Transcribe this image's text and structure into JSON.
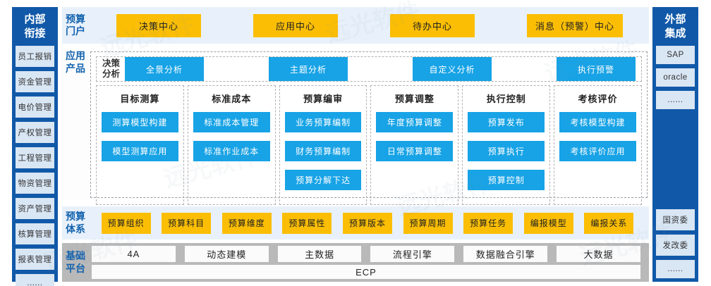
{
  "watermark": {
    "text": "远光软件"
  },
  "left_sidebar": {
    "title": "内部衔接",
    "items": [
      "员工报销",
      "资金管理",
      "电价管理",
      "产权管理",
      "工程管理",
      "物资管理",
      "资产管理",
      "核算管理",
      "报表管理",
      "......"
    ]
  },
  "right_sidebar": {
    "title": "外部集成",
    "top_items": [
      "SAP",
      "oracle",
      "......"
    ],
    "bottom_items": [
      "国资委",
      "发改委",
      "......"
    ]
  },
  "portal": {
    "label": "预算门户",
    "buttons": [
      "决策中心",
      "应用中心",
      "待办中心",
      "消息（预警）中心"
    ]
  },
  "products": {
    "label": "应用产品",
    "decision": {
      "label": "决策分析",
      "buttons": [
        "全景分析",
        "主题分析",
        "自定义分析",
        "执行预警"
      ]
    },
    "columns": [
      {
        "title": "目标测算",
        "items": [
          "测算模型构建",
          "模型测算应用"
        ]
      },
      {
        "title": "标准成本",
        "items": [
          "标准成本管理",
          "标准作业成本"
        ]
      },
      {
        "title": "预算编审",
        "items": [
          "业务预算编制",
          "财务预算编制",
          "预算分解下达"
        ]
      },
      {
        "title": "预算调整",
        "items": [
          "年度预算调整",
          "日常预算调整"
        ]
      },
      {
        "title": "执行控制",
        "items": [
          "预算发布",
          "预算执行",
          "预算控制"
        ]
      },
      {
        "title": "考核评价",
        "items": [
          "考核模型构建",
          "考核评价应用"
        ]
      }
    ]
  },
  "system": {
    "label": "预算体系",
    "buttons": [
      "预算组织",
      "预算科目",
      "预算维度",
      "预算属性",
      "预算版本",
      "预算周期",
      "预算任务",
      "编报模型",
      "编报关系"
    ]
  },
  "platform": {
    "label": "基础平台",
    "buttons": [
      "4A",
      "动态建模",
      "主数据",
      "流程引擎",
      "数据融合引擎",
      "大数据"
    ],
    "base": "ECP"
  },
  "colors": {
    "sidebar_blue": "#1159A8",
    "sidebar_item_bg": "#D9E6F4",
    "band_light_blue": "#E8F1FB",
    "accent_yellow": "#FBBE04",
    "accent_blue": "#17A3E6",
    "platform_gray": "#B9B9B9",
    "label_blue": "#1463AE"
  }
}
